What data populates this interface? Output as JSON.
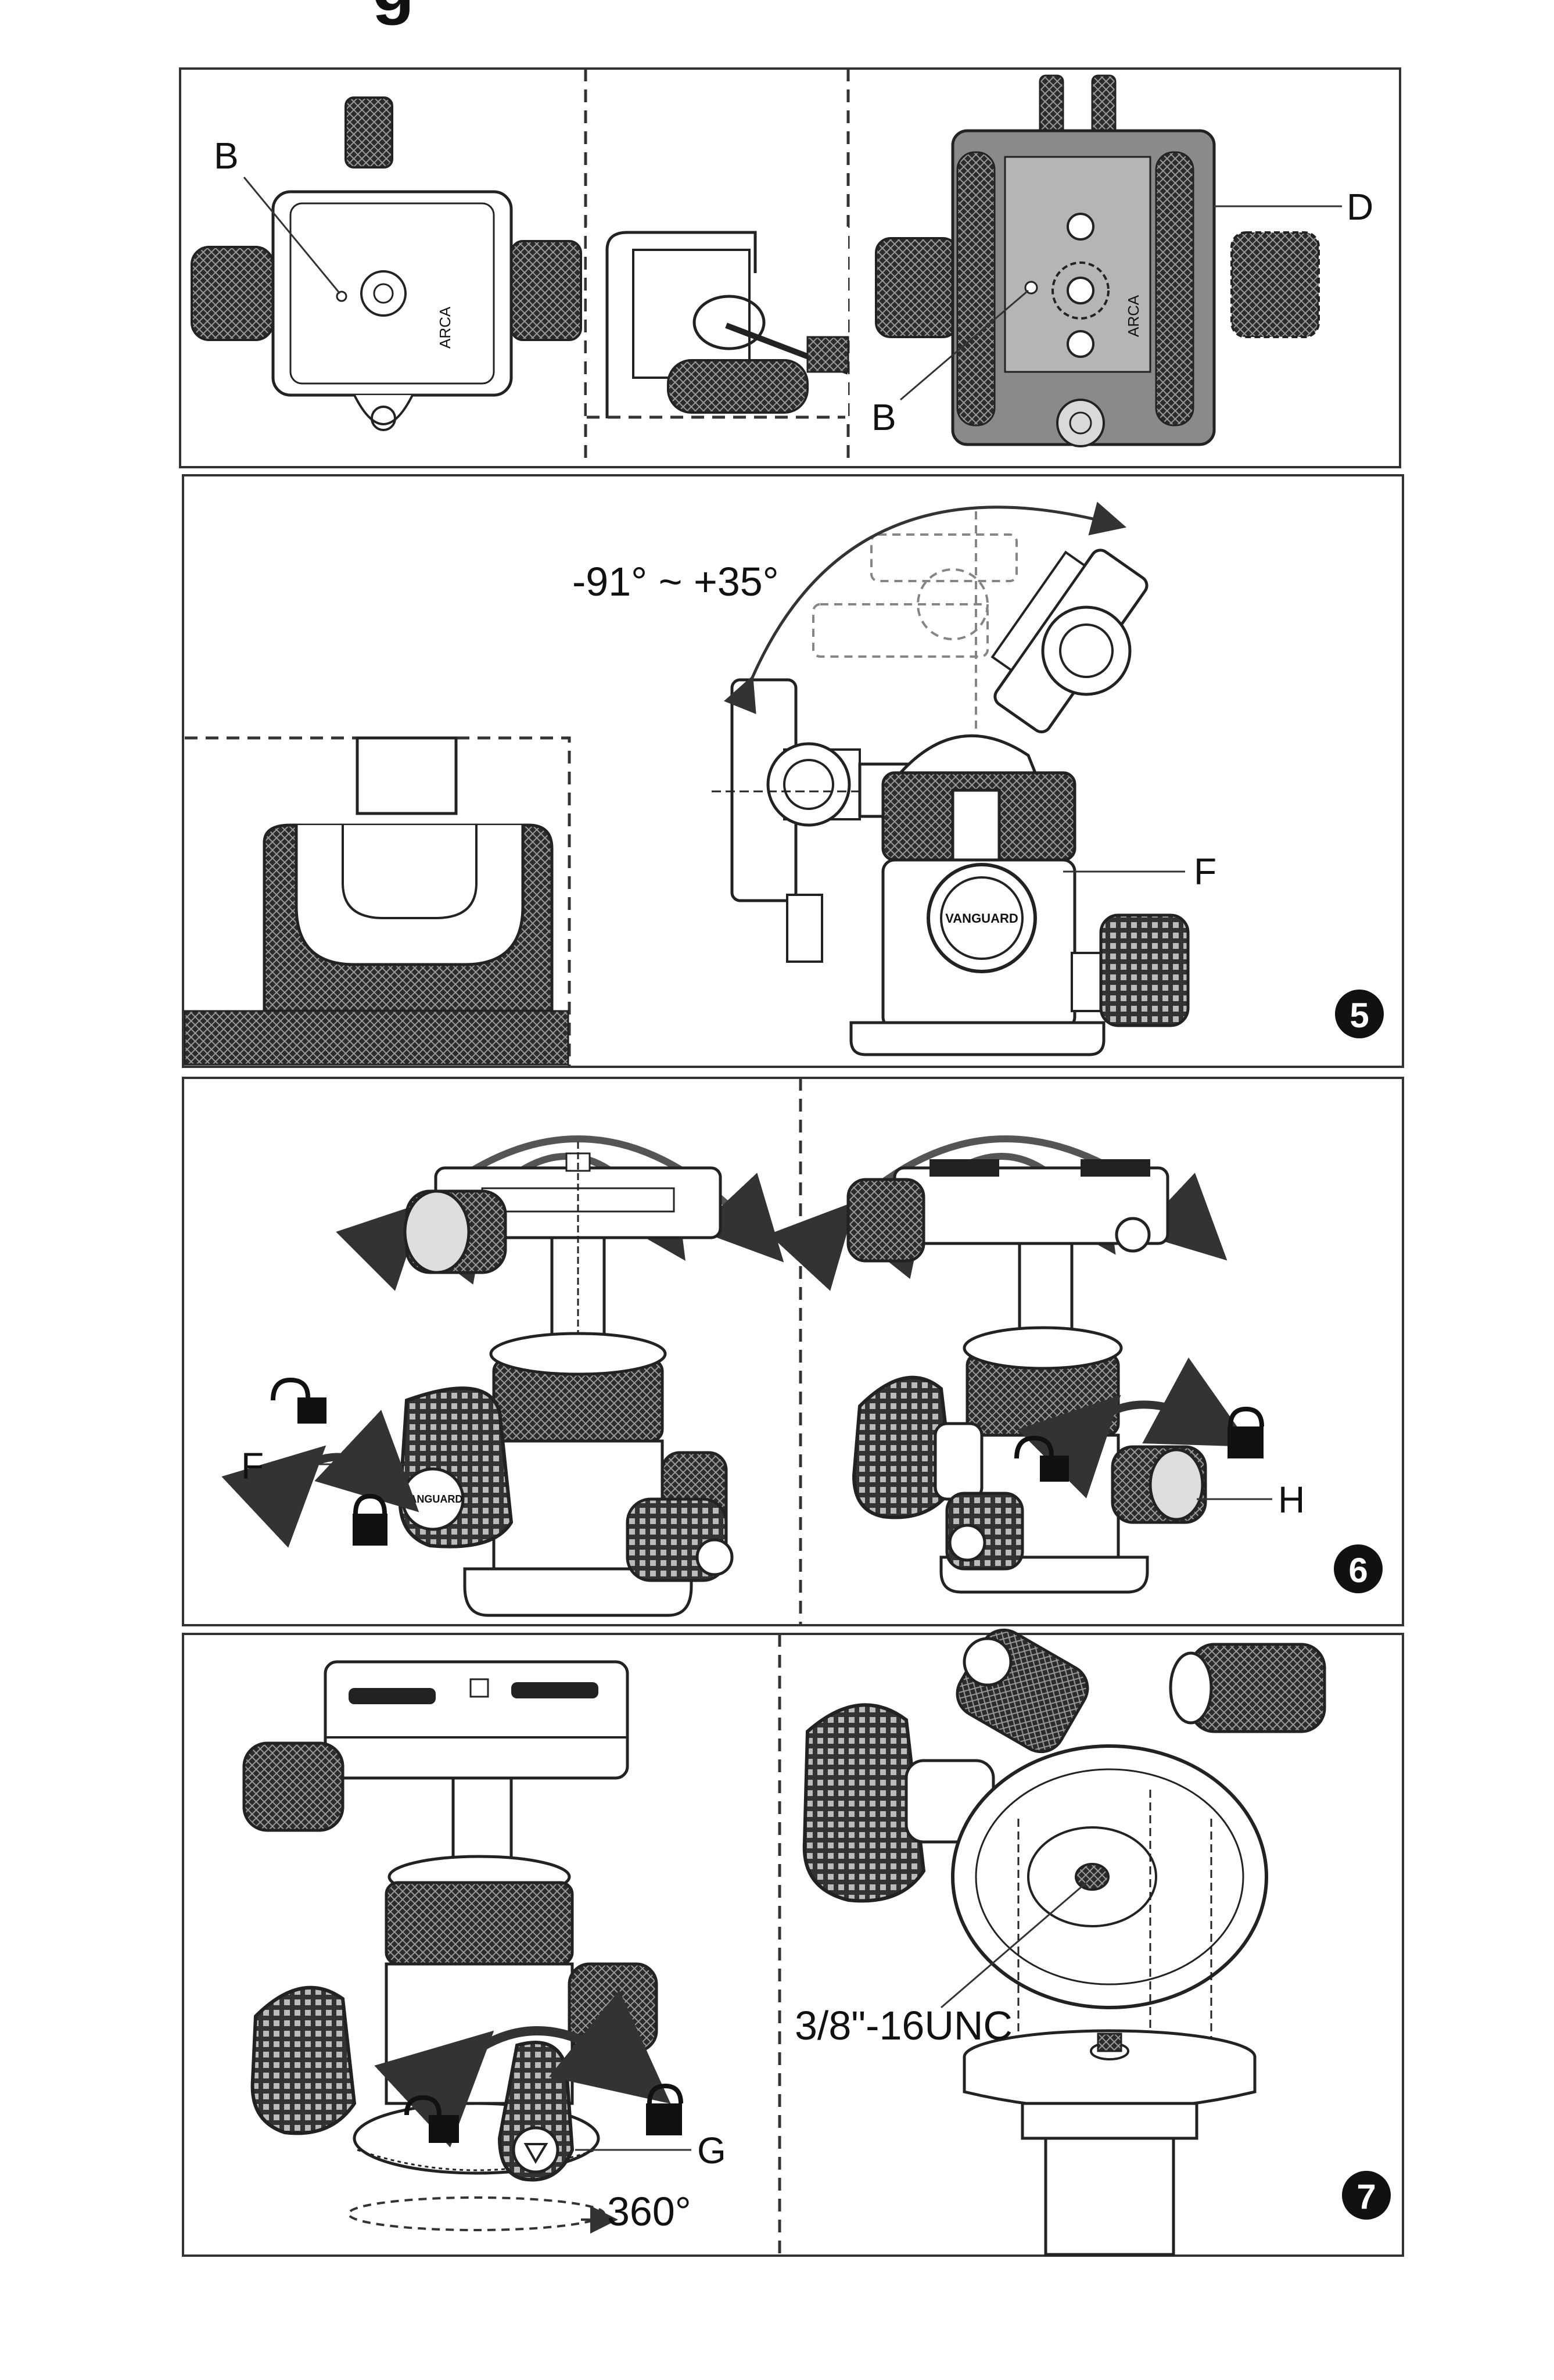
{
  "header": {
    "partial_title": "g"
  },
  "panel4": {
    "label_b_left": "B",
    "label_b_right": "B",
    "label_d": "D",
    "plate_brand_left": "ARCA",
    "plate_brand_right": "ARCA"
  },
  "panel5": {
    "angle_range": "-91° ~ +35°",
    "label_f": "F",
    "knob_brand": "VANGUARD",
    "step_number": "5"
  },
  "panel6": {
    "label_f": "F",
    "label_h": "H",
    "knob_brand": "VANGUARD",
    "step_number": "6"
  },
  "panel7": {
    "label_g": "G",
    "rotation": "360°",
    "thread_spec": "3/8\"-16UNC",
    "step_number": "7"
  },
  "icons": [
    "unlocked-padlock-icon",
    "locked-padlock-icon",
    "rotate-arrow-icon",
    "step-number-badge-icon"
  ]
}
